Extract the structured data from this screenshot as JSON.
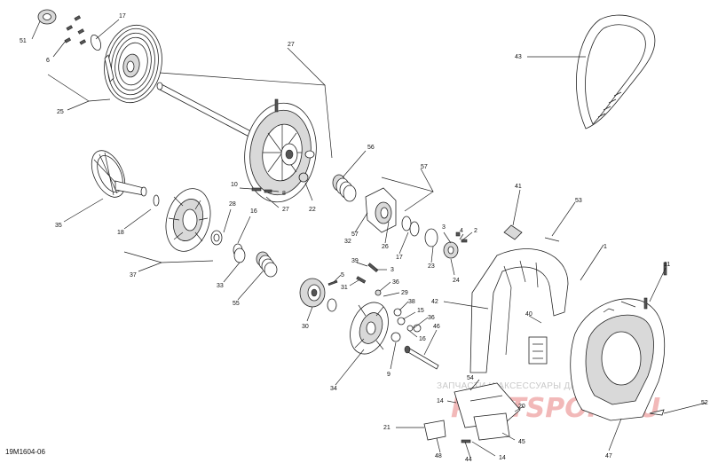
{
  "diagram": {
    "code": "19M1604-06",
    "watermark": {
      "line1": "ЗАПЧАСТИ И АКСЕССУАРЫ ДЛЯ МОТОТЕХНИКИ",
      "line2": "PARTSPOR.RU"
    },
    "callouts": {
      "c1": "1",
      "c2": "2",
      "c3": "3",
      "c4": "4",
      "c5": "5",
      "c6": "6",
      "c8": "8",
      "c9": "9",
      "c10": "10",
      "c11": "11",
      "c14a": "14",
      "c14b": "14",
      "c15": "15",
      "c16": "16",
      "c17a": "17",
      "c17b": "17",
      "c18": "18",
      "c20": "20",
      "c21": "21",
      "c22": "22",
      "c23": "23",
      "c24": "24",
      "c25": "25",
      "c26": "26",
      "c27a": "27",
      "c27b": "27",
      "c28": "28",
      "c29": "29",
      "c30": "30",
      "c31": "31",
      "c32": "32",
      "c33": "33",
      "c34": "34",
      "c35": "35",
      "c36a": "36",
      "c36b": "36",
      "c37": "37",
      "c38": "38",
      "c39": "39",
      "c40": "40",
      "c41": "41",
      "c42": "42",
      "c43": "43",
      "c44": "44",
      "c45": "45",
      "c46": "46",
      "c47": "47",
      "c48": "48",
      "c51": "51",
      "c52": "52",
      "c53": "53",
      "c54": "54",
      "c55": "55",
      "c56": "56",
      "c57a": "57",
      "c57b": "57"
    }
  }
}
